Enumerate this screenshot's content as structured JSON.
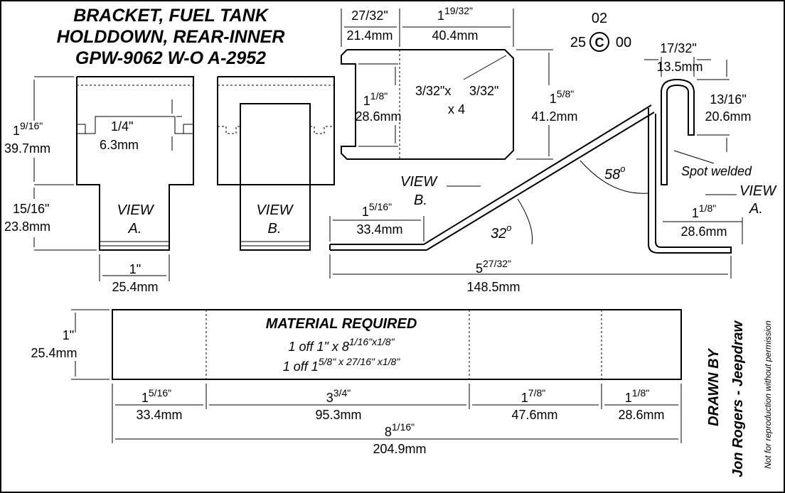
{
  "title": {
    "line1": "BRACKET,  FUEL TANK",
    "line2": "HOLDDOWN, REAR-INNER",
    "line3": "GPW-9062  W-O A-2952"
  },
  "copyright": {
    "top": "02",
    "left": "25",
    "symbol": "C",
    "right": "00"
  },
  "views": {
    "view_a_line1": "VIEW",
    "view_a_line2": "A.",
    "view_b_line1": "VIEW",
    "view_b_line2": "B."
  },
  "dimensions": {
    "left_height_in": "1",
    "left_height_frac": "9/16\"",
    "left_height_mm": "39.7mm",
    "left_lower_in": "15/16\"",
    "left_lower_mm": "23.8mm",
    "notch_in": "1/4\"",
    "notch_mm": "6.3mm",
    "width_in": "1\"",
    "width_mm": "25.4mm",
    "top_a_in": "27/32\"",
    "top_a_mm": "21.4mm",
    "top_b_in": "1",
    "top_b_frac": "19/32\"",
    "top_b_mm": "40.4mm",
    "plate_inner_in": "1",
    "plate_inner_frac": "1/8\"",
    "plate_inner_mm": "28.6mm",
    "chamfer_a": "3/32\"x",
    "chamfer_b": "3/32\"",
    "chamfer_c": "x 4",
    "plate_height_in": "1",
    "plate_height_frac": "5/8\"",
    "plate_height_mm": "41.2mm",
    "hook_w_in": "17/32\"",
    "hook_w_mm": "13.5mm",
    "hook_h_in": "13/16\"",
    "hook_h_mm": "20.6mm",
    "foot_in": "1",
    "foot_frac": "5/16\"",
    "foot_mm": "33.4mm",
    "overall_in": "5",
    "overall_frac": "27/32\"",
    "overall_mm": "148.5mm",
    "right_foot_in": "1",
    "right_foot_frac": "1/8\"",
    "right_foot_mm": "28.6mm",
    "angle_upper": "58",
    "angle_lower": "32",
    "degree": "o",
    "spot_welded": "Spot welded"
  },
  "material": {
    "heading": "MATERIAL REQUIRED",
    "line1": "1 off 1\" x 8",
    "line1_frac": "1/16\"x",
    "line1_end": "1/8\"",
    "line2": "1 off 1",
    "line2_frac": "5/8\" x 2",
    "line2_mid": "7/16\" x",
    "line2_end": "1/8\"",
    "height_in": "1\"",
    "height_mm": "25.4mm",
    "seg1_in": "1",
    "seg1_frac": "5/16\"",
    "seg1_mm": "33.4mm",
    "seg2_in": "3",
    "seg2_frac": "3/4\"",
    "seg2_mm": "95.3mm",
    "seg3_in": "1",
    "seg3_frac": "7/8\"",
    "seg3_mm": "47.6mm",
    "seg4_in": "1",
    "seg4_frac": "1/8\"",
    "seg4_mm": "28.6mm",
    "total_in": "8",
    "total_frac": "1/16\"",
    "total_mm": "204.9mm"
  },
  "credits": {
    "drawn_by": "DRAWN BY",
    "author": "Jon Rogers - Jeepdraw",
    "notice": "Not for reproduction without permission"
  }
}
